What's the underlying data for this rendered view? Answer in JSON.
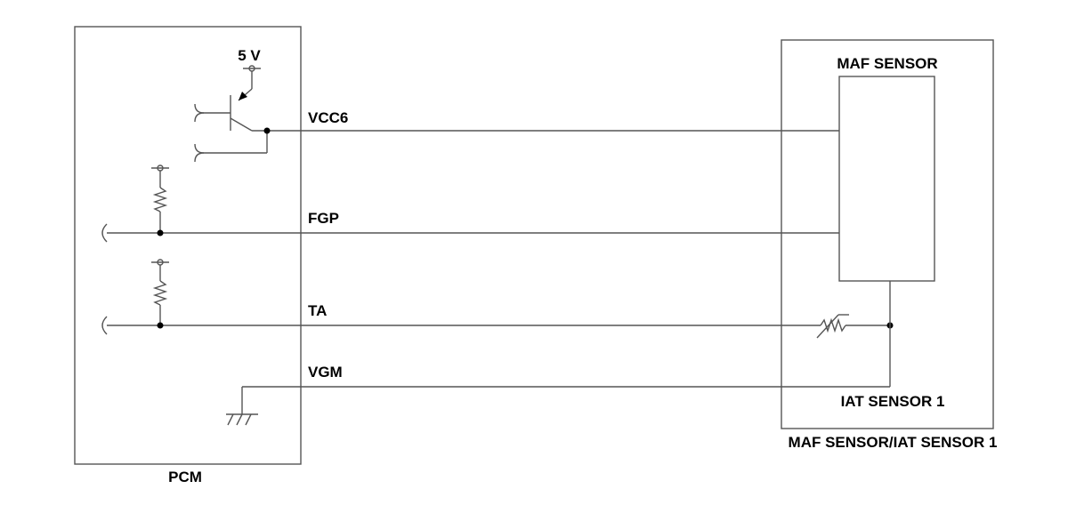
{
  "pcm": {
    "label": "PCM",
    "supply_label": "5 V"
  },
  "signals": {
    "vcc": "VCC6",
    "fgp": "FGP",
    "ta": "TA",
    "vgm": "VGM"
  },
  "sensor_module": {
    "label": "MAF SENSOR/IAT SENSOR 1",
    "maf_label": "MAF SENSOR",
    "iat_label": "IAT SENSOR 1"
  }
}
